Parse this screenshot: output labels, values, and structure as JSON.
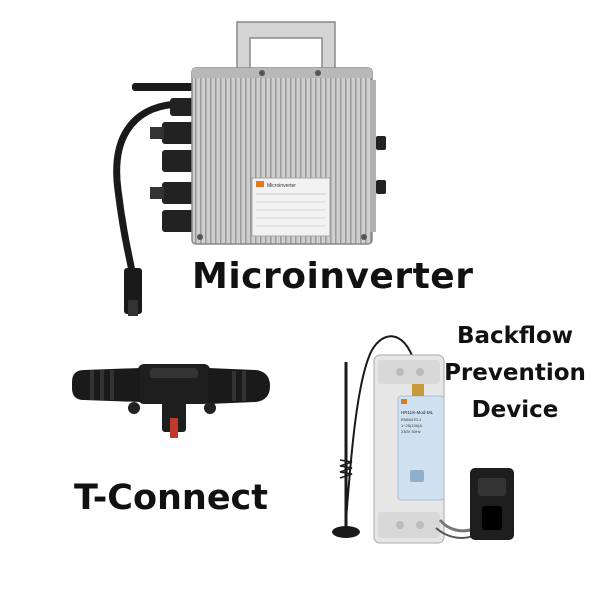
{
  "labels": {
    "microinverter": "Microinverter",
    "t_connect": "T-Connect",
    "backflow_line1": "Backflow",
    "backflow_line2": "Prevention",
    "backflow_line3": "Device"
  },
  "microinverter_plate": {
    "brand": "Microinverter"
  },
  "meter_plate": {
    "model": "HR11S-Mod-ML",
    "standard": "EN50470-1",
    "current": "1~25(100)A",
    "voltage": "230V  50Hz"
  },
  "colors": {
    "inverter_body": "#c8c8c8",
    "cable": "#1a1a1a",
    "connector": "#222222",
    "meter_body": "#e6e6e6",
    "meter_label_blue": "#cfe0f0",
    "accent_orange": "#e07a1e",
    "connector_red": "#c0392b"
  }
}
